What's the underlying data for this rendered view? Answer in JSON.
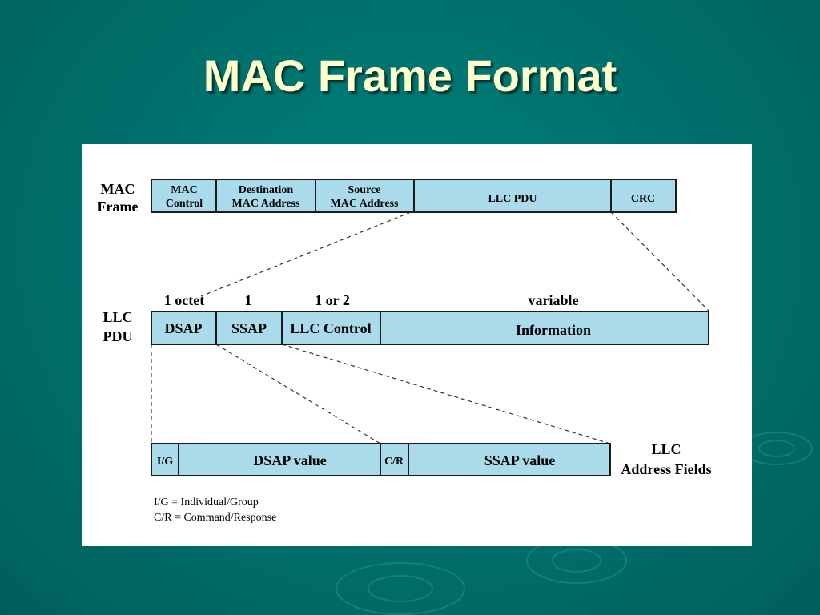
{
  "slide": {
    "title": "MAC Frame Format"
  },
  "mac_frame": {
    "row_label": [
      "MAC",
      "Frame"
    ],
    "fields": [
      {
        "lines": [
          "MAC",
          "Control"
        ]
      },
      {
        "lines": [
          "Destination",
          "MAC Address"
        ]
      },
      {
        "lines": [
          "Source",
          "MAC Address"
        ]
      },
      {
        "lines": [
          "LLC PDU"
        ]
      },
      {
        "lines": [
          "CRC"
        ]
      }
    ]
  },
  "llc_pdu": {
    "row_label": [
      "LLC",
      "PDU"
    ],
    "sizes": [
      "1 octet",
      "1",
      "1 or 2",
      "variable"
    ],
    "fields": [
      "DSAP",
      "SSAP",
      "LLC Control",
      "Information"
    ]
  },
  "llc_address": {
    "row_label": [
      "LLC",
      "Address Fields"
    ],
    "fields": [
      "I/G",
      "DSAP value",
      "C/R",
      "SSAP value"
    ]
  },
  "legend": [
    "I/G = Individual/Group",
    "C/R = Command/Response"
  ],
  "colors": {
    "field_fill": "#a9dbea",
    "title": "#ffffcc",
    "background": "#00726e"
  }
}
